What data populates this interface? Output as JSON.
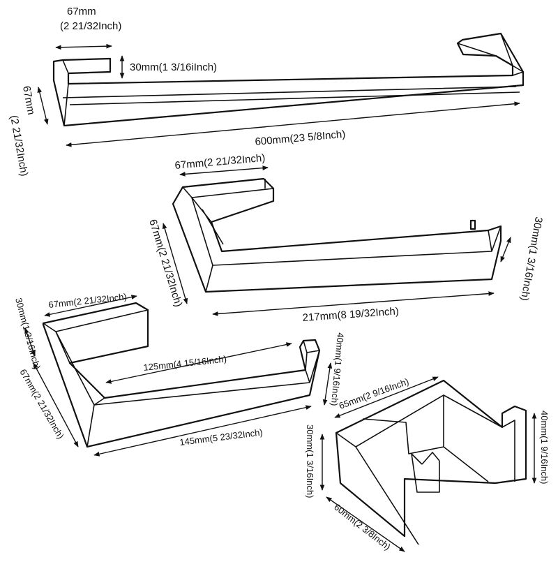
{
  "towel_bar": {
    "width_label": "67mm",
    "width_label_inch": "(2 21/32Inch)",
    "height_label": "30mm(1 3/16iInch)",
    "depth_label": "67mm",
    "depth_label_inch": "(2 21/32Inch)",
    "length_label": "600mm(23 5/8Inch)"
  },
  "paper_holder": {
    "width_label": "67mm(2 21/32Inch)",
    "depth_label": "67mm(2 21/32Inch)",
    "height_label": "30mm(1 3/16Inch)",
    "length_label": "217mm(8 19/32Inch)"
  },
  "towel_ring": {
    "width_label": "67mm(2 21/32Inch)",
    "height_label": "30mm(1 3/16Inch)",
    "depth_label": "67mm(2 21/32Inch)",
    "inner_label": "125mm(4 15/16Inch)",
    "post_label": "40mm(1 9/16Inch)",
    "length_label": "145mm(5 23/32Inch)"
  },
  "robe_hook": {
    "width_label": "65mm(2 9/16Inch)",
    "height_label": "30mm(1 3/16Inch)",
    "post_label": "40mm(1 9/16Inch)",
    "depth_label": "60mm(2 3/8Inch)"
  }
}
